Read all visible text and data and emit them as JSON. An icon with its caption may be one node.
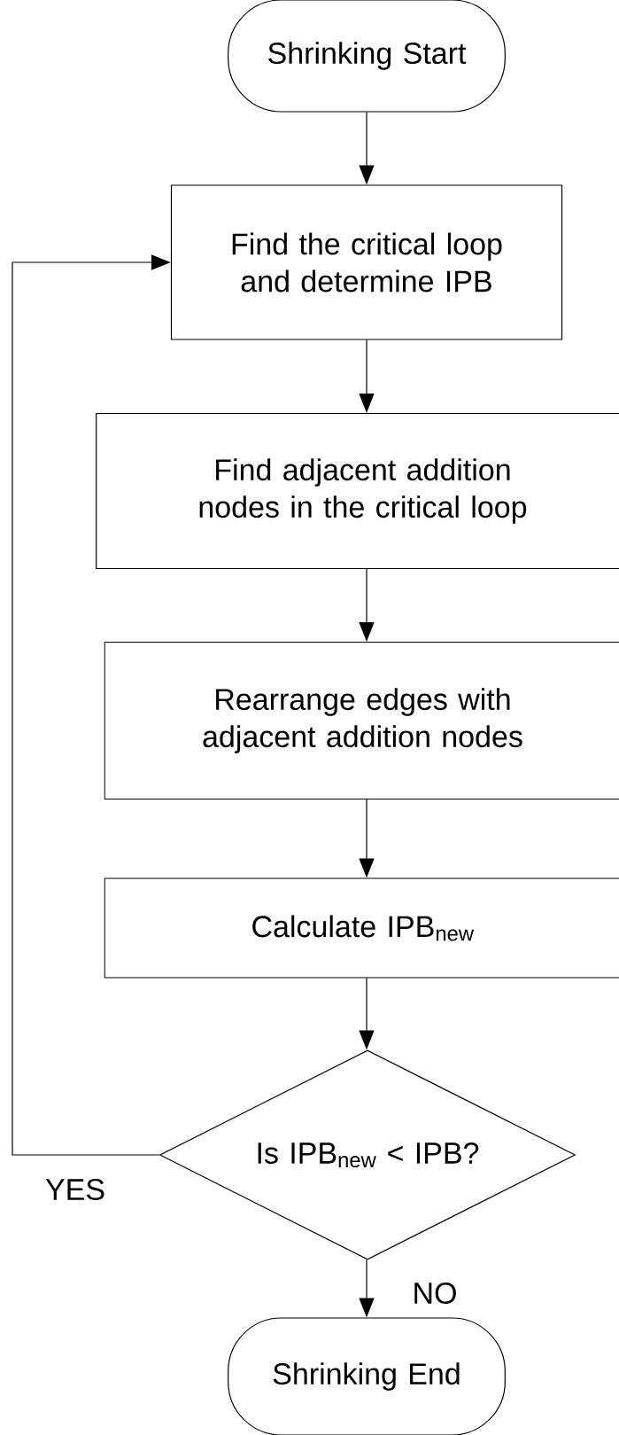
{
  "diagram": {
    "nodes": [
      {
        "text": [
          "Shrinking Start"
        ]
      },
      {
        "text": [
          "Find the critical loop and determine IPB"
        ]
      },
      {
        "text": [
          "Find adjacent addition nodes in the critical loop"
        ]
      },
      {
        "text": [
          "Rearrange edges with adjacent addition nodes"
        ]
      },
      {
        "text": [
          "Calculate IPB$_{new}$"
        ]
      },
      {
        "text": [
          "Is IPB$_{new}$ < IPB?"
        ]
      },
      {
        "text": [
          "Shrinking End"
        ]
      }
    ],
    "edges": [
      {
        "from": 0,
        "to": 1,
        "arrow": "to"
      },
      {
        "from": 1,
        "to": 2,
        "arrow": "to"
      },
      {
        "from": 2,
        "to": 3,
        "arrow": "to"
      },
      {
        "from": 3,
        "to": 4,
        "arrow": "to"
      },
      {
        "from": 4,
        "to": 5,
        "arrow": "to"
      },
      {
        "from": 5,
        "to": 1,
        "arrow": "to",
        "label": "YES"
      },
      {
        "from": 5,
        "to": 6,
        "arrow": "to",
        "label": "NO"
      }
    ]
  }
}
